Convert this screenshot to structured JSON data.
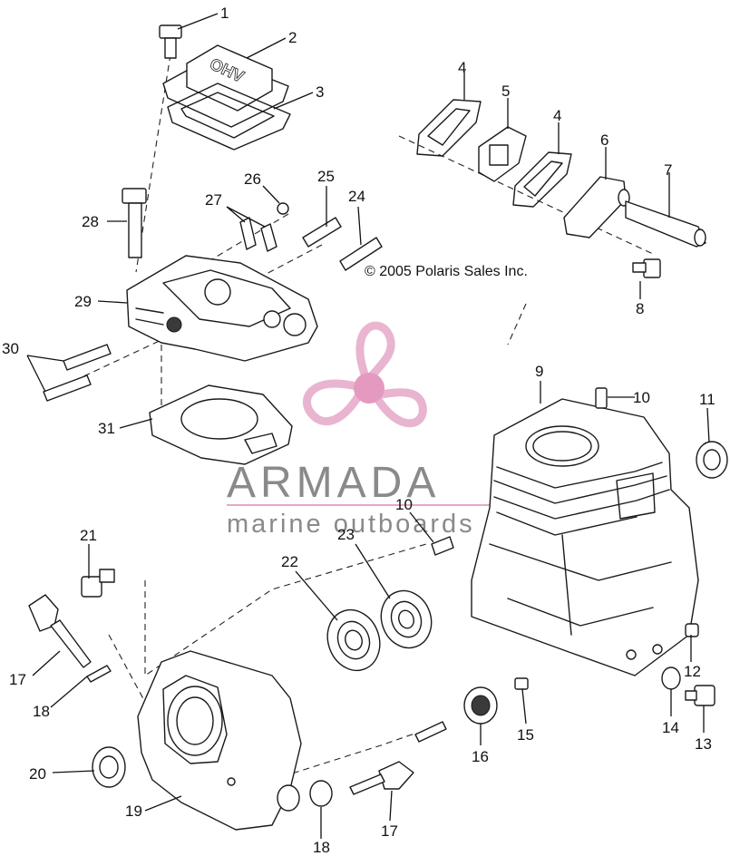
{
  "callouts": [
    "1",
    "2",
    "3",
    "4",
    "5",
    "4",
    "6",
    "7",
    "8",
    "26",
    "27",
    "25",
    "24",
    "28",
    "29",
    "30",
    "31",
    "9",
    "10",
    "11",
    "10",
    "23",
    "22",
    "21",
    "17",
    "18",
    "20",
    "19",
    "12",
    "14",
    "13",
    "15",
    "16",
    "18",
    "17"
  ],
  "copyright": "© 2005 Polaris Sales Inc.",
  "cover_mark": "OHV",
  "watermark": {
    "title": "ARMADA",
    "subtitle": "marine outboards",
    "colors": {
      "logo_pink": "#e6a8c8",
      "logo_center": "#e089b6",
      "text_gray": "#8a8a8a"
    }
  }
}
